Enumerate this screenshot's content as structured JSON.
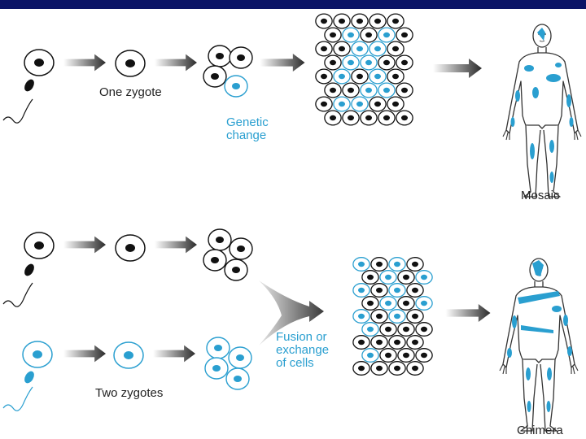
{
  "colors": {
    "header_bar": "#0b1466",
    "cell_blue": "#2a9fd0",
    "cell_dark": "#111111",
    "text_dark": "#222222"
  },
  "labels": {
    "one_zygote": "One zygote",
    "genetic_change": "Genetic\nchange",
    "mosaic": "Mosaic",
    "two_zygotes": "Two zygotes",
    "fusion": "Fusion or\nexchange\nof cells",
    "chimera": "Chimera"
  }
}
